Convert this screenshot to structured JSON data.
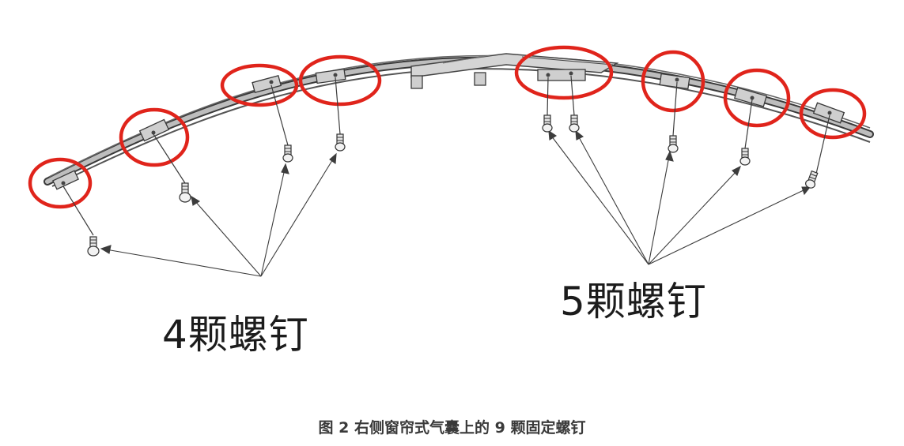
{
  "diagram": {
    "left_group_label": "4颗螺钉",
    "right_group_label": "5颗螺钉",
    "caption": "图 2  右侧窗帘式气囊上的 9 颗固定螺钉",
    "highlight_color": "#e0241b",
    "line_color": "#3c3c3c"
  }
}
